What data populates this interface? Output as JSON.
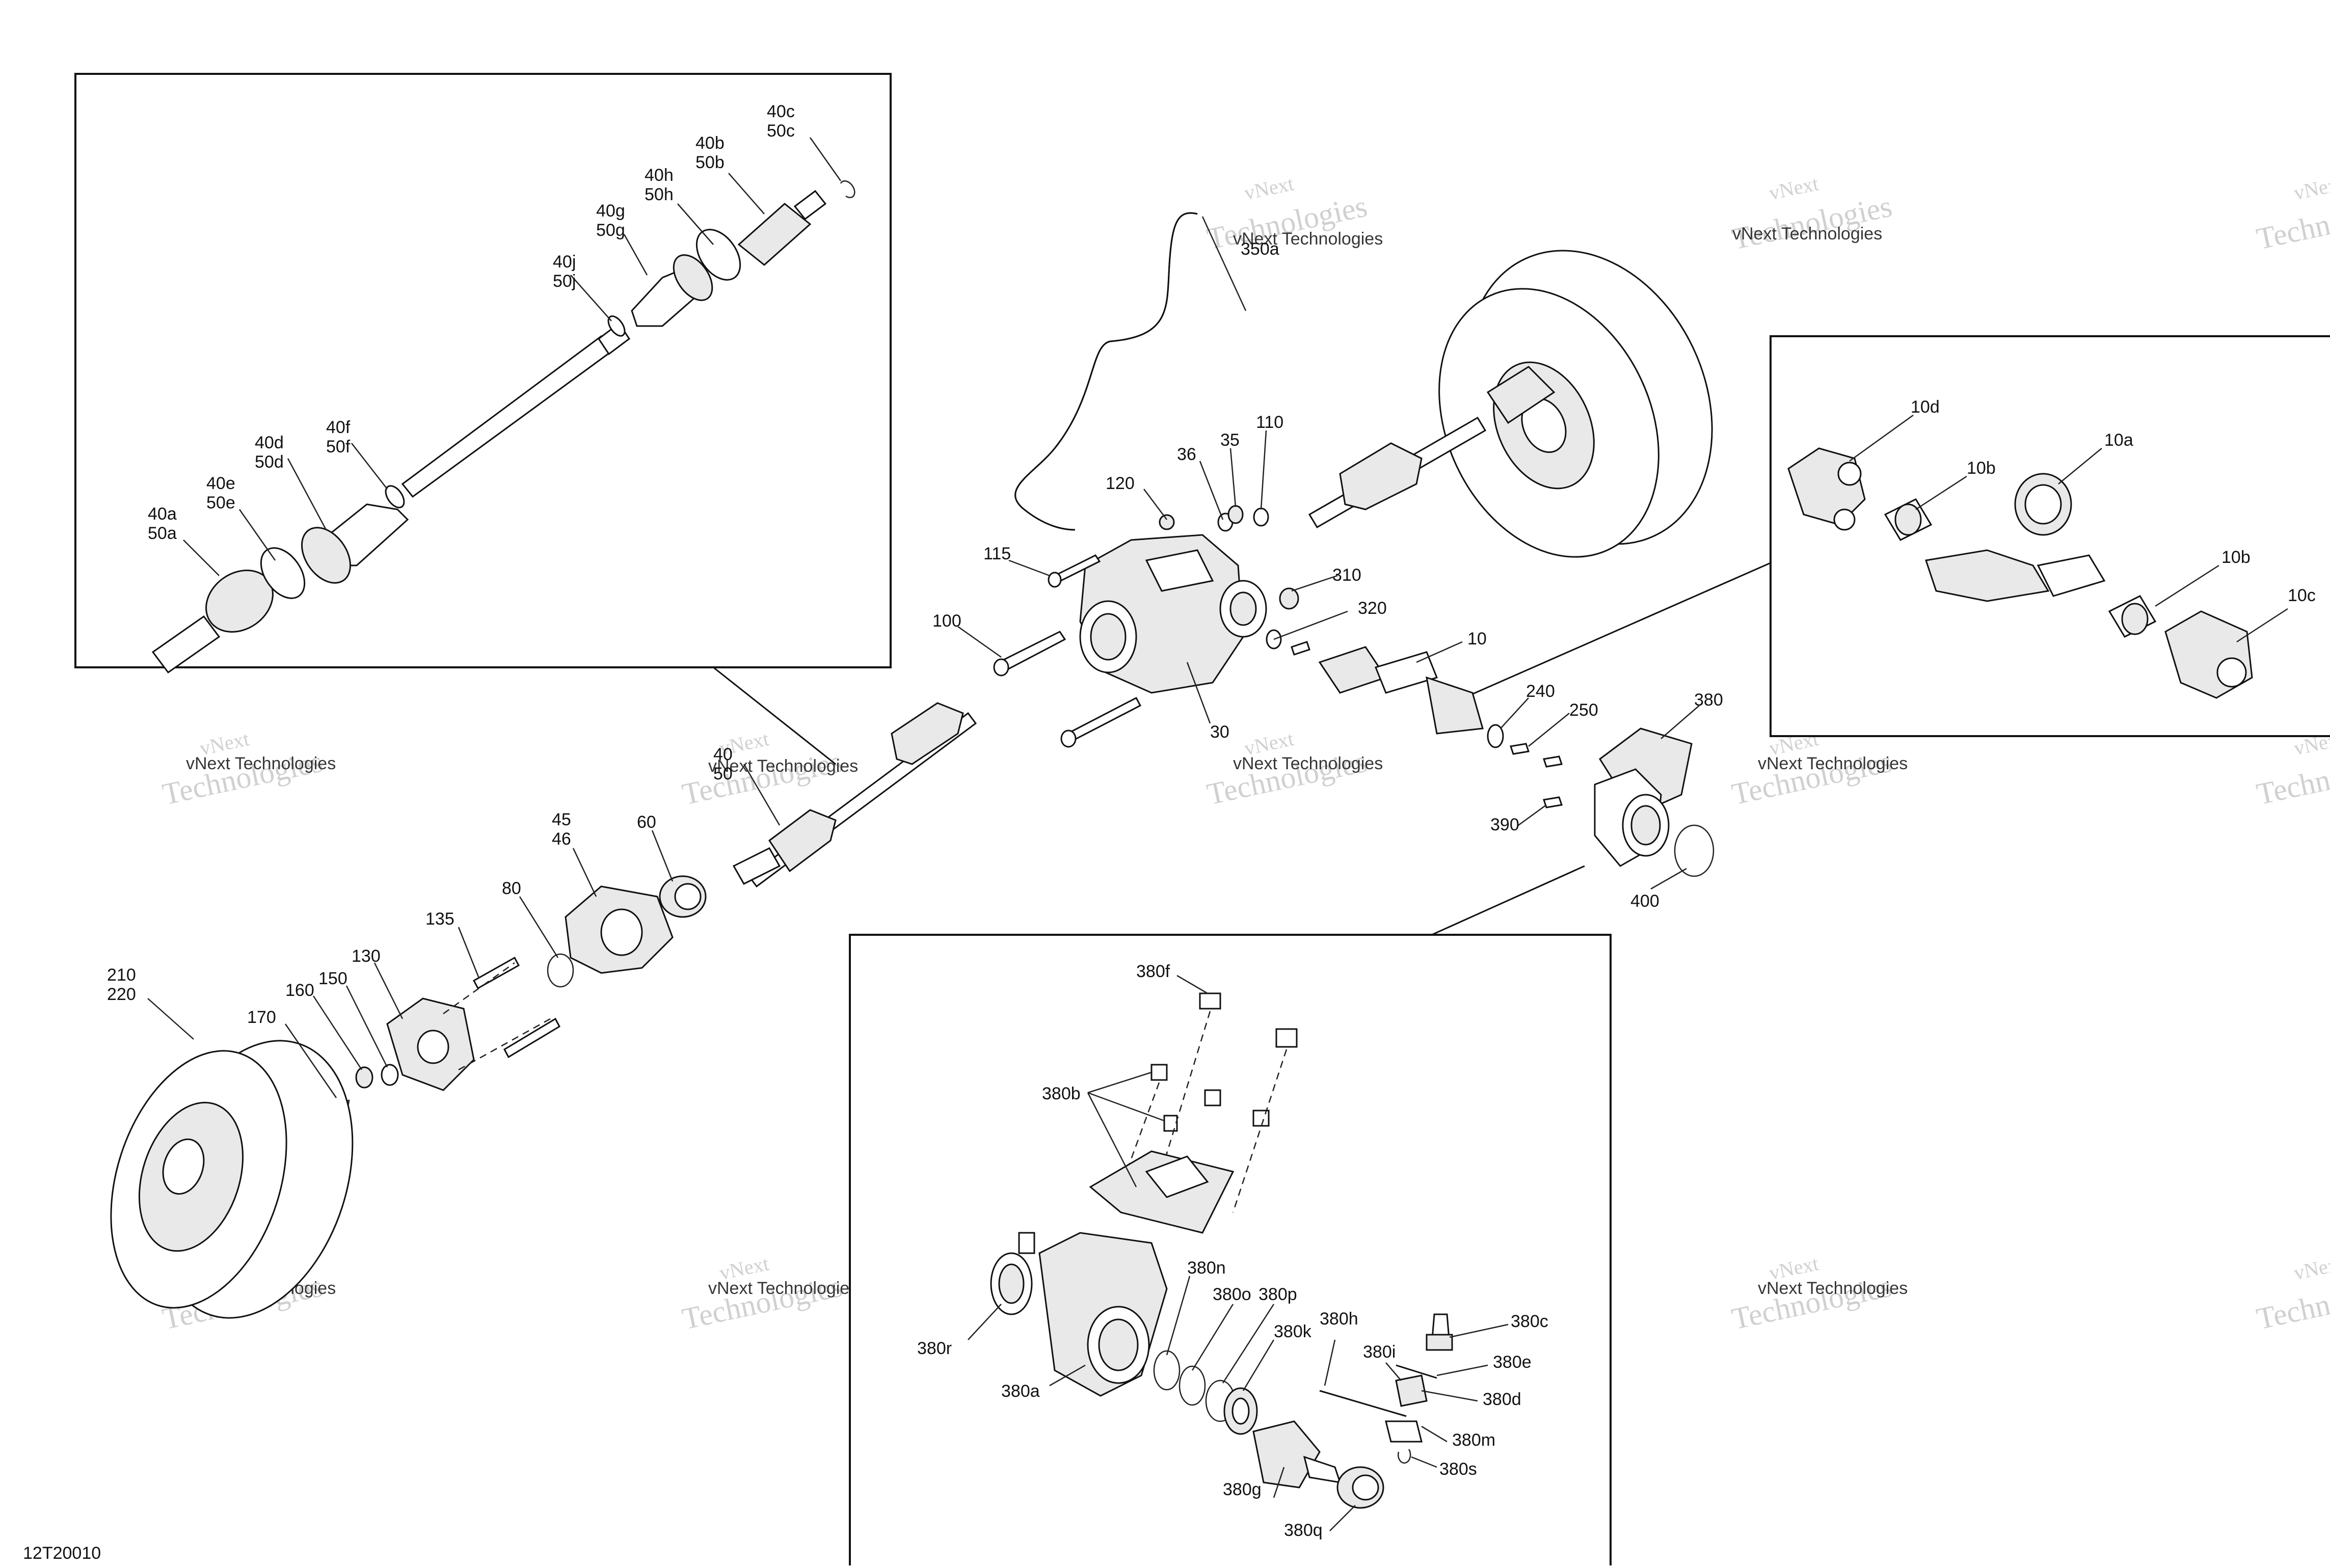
{
  "diagram_id": "12T20010",
  "watermark": {
    "line1": "vNext Technologies",
    "line2": "vNext",
    "line3": "Technologies"
  },
  "labels": {
    "l10": "10",
    "l10a": "10a",
    "l10b_1": "10b",
    "l10b_2": "10b",
    "l10c": "10c",
    "l10d": "10d",
    "l30": "30",
    "l35": "35",
    "l36": "36",
    "l40": "40",
    "l50": "50",
    "l40a": "40a",
    "l50a": "50a",
    "l40b": "40b",
    "l50b": "50b",
    "l40c": "40c",
    "l50c": "50c",
    "l40d": "40d",
    "l50d": "50d",
    "l40e": "40e",
    "l50e": "50e",
    "l40f": "40f",
    "l50f": "50f",
    "l40g": "40g",
    "l50g": "50g",
    "l40h": "40h",
    "l50h": "50h",
    "l40j": "40j",
    "l50j": "50j",
    "l45": "45",
    "l46": "46",
    "l60": "60",
    "l80": "80",
    "l100": "100",
    "l110": "110",
    "l115": "115",
    "l120": "120",
    "l130": "130",
    "l135": "135",
    "l150": "150",
    "l160": "160",
    "l170": "170",
    "l210": "210",
    "l220": "220",
    "l240": "240",
    "l250": "250",
    "l310": "310",
    "l320": "320",
    "l350a": "350a",
    "l380": "380",
    "l390": "390",
    "l400": "400",
    "l380a": "380a",
    "l380b": "380b",
    "l380c": "380c",
    "l380d": "380d",
    "l380e": "380e",
    "l380f": "380f",
    "l380g": "380g",
    "l380h": "380h",
    "l380i": "380i",
    "l380k": "380k",
    "l380m": "380m",
    "l380n": "380n",
    "l380o": "380o",
    "l380p": "380p",
    "l380q": "380q",
    "l380r": "380r",
    "l380s": "380s"
  }
}
